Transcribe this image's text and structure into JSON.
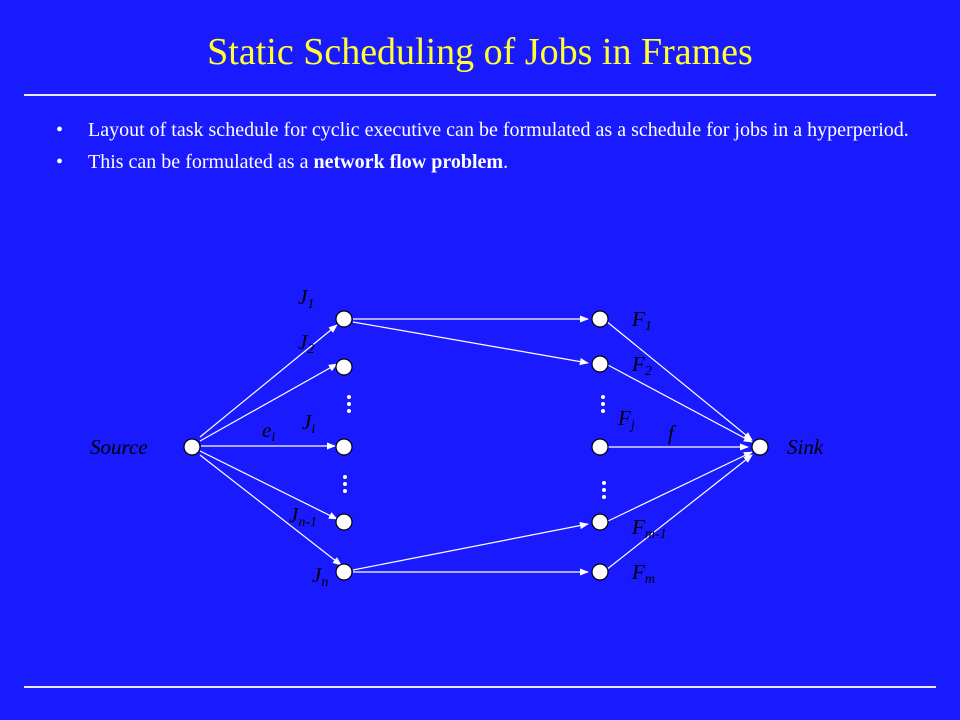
{
  "slide": {
    "title": "Static Scheduling of Jobs in Frames",
    "bullets": [
      {
        "marker": "•",
        "text_before": "Layout of task schedule for cyclic executive can be formulated as a schedule for jobs in a hyperperiod.",
        "bold": "",
        "text_after": ""
      },
      {
        "marker": "•",
        "text_before": "This can be formulated as a ",
        "bold": "network flow problem",
        "text_after": "."
      }
    ]
  },
  "diagram": {
    "colors": {
      "background": "#1a1aff",
      "title": "#ffff33",
      "edge": "#ffffff",
      "node_fill": "#ffffff",
      "label": "#000000"
    },
    "labels": {
      "source": "Source",
      "sink": "Sink",
      "edge_source": {
        "base": "e",
        "sub": "i"
      },
      "edge_sink": {
        "base": "f",
        "sub": ""
      }
    },
    "jobs": [
      {
        "base": "J",
        "sub": "1"
      },
      {
        "base": "J",
        "sub": "2"
      },
      {
        "base": "J",
        "sub": "i"
      },
      {
        "base": "J",
        "sub": "n-1"
      },
      {
        "base": "J",
        "sub": "n"
      }
    ],
    "frames": [
      {
        "base": "F",
        "sub": "1"
      },
      {
        "base": "F",
        "sub": "2"
      },
      {
        "base": "F",
        "sub": "j"
      },
      {
        "base": "F",
        "sub": "m-1"
      },
      {
        "base": "F",
        "sub": "m"
      }
    ]
  }
}
